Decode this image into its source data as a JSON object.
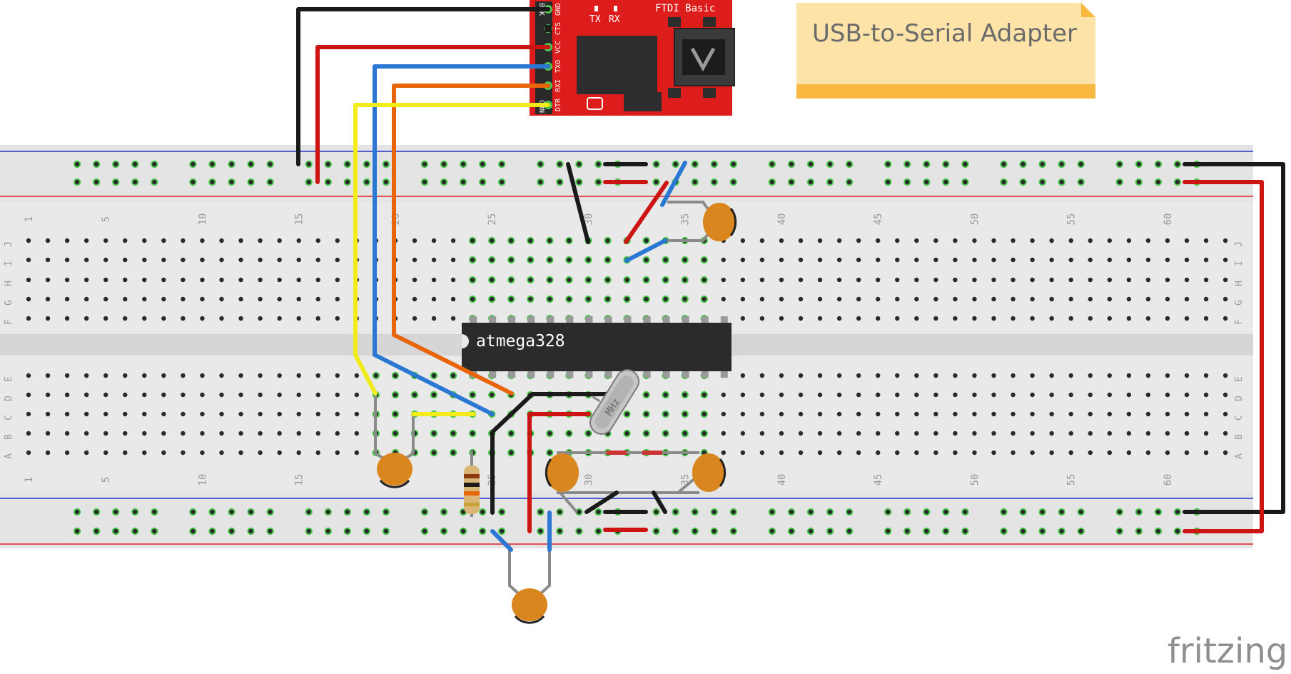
{
  "note": {
    "title": "USB-to-Serial Adapter"
  },
  "ftdi": {
    "name": "FTDI Basic",
    "led_tx": "TX",
    "led_rx": "RX",
    "pins": [
      "GND",
      "CTS",
      "VCC",
      "TXO",
      "RXI",
      "DTR"
    ],
    "top_left_pins": [
      "BLK",
      "GRN"
    ]
  },
  "chip": {
    "label": "atmega328"
  },
  "crystal": {
    "label": "MHz"
  },
  "breadboard": {
    "column_numbers": [
      "1",
      "5",
      "10",
      "15",
      "20",
      "25",
      "30",
      "35",
      "40",
      "45",
      "50",
      "55",
      "60"
    ],
    "row_letters_top": [
      "J",
      "I",
      "H",
      "G",
      "F"
    ],
    "row_letters_bottom": [
      "E",
      "D",
      "C",
      "B",
      "A"
    ]
  },
  "watermark": "fritzing",
  "colors": {
    "wire_black": "#1a1a1a",
    "wire_red": "#cc1414",
    "wire_blue": "#2a78d4",
    "wire_orange": "#e8650c",
    "wire_yellow": "#f2ec1a",
    "ftdi_board": "#dd1c1c",
    "note_bg": "#fde3a7",
    "note_stripe": "#f9b83f",
    "capacitor": "#d9861f",
    "rail_blue": "#2233cc",
    "rail_red": "#dd2222",
    "breadboard": "#e9e9e9"
  }
}
